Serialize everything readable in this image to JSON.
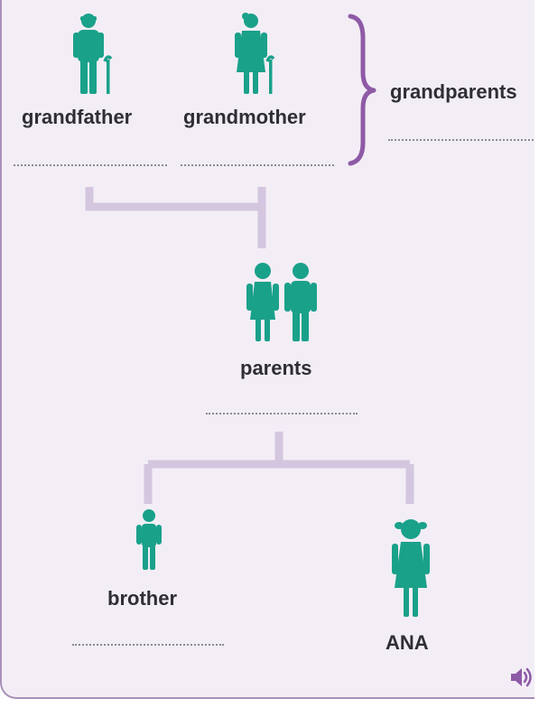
{
  "colors": {
    "figure": "#1aa18a",
    "connector": "#d4c6df",
    "brace": "#8e5aa6",
    "background": "#f3eef6",
    "text": "#2f2f33"
  },
  "labels": {
    "grandfather": "grandfather",
    "grandmother": "grandmother",
    "grandparents": "grandparents",
    "parents": "parents",
    "brother": "brother",
    "ana": "ANA"
  },
  "icons": {
    "grandfather": "elderly-man-with-cane-icon",
    "grandmother": "elderly-woman-with-cane-icon",
    "mother": "woman-icon",
    "father": "man-icon",
    "brother": "boy-icon",
    "ana": "girl-icon",
    "audio": "speaker-icon"
  }
}
